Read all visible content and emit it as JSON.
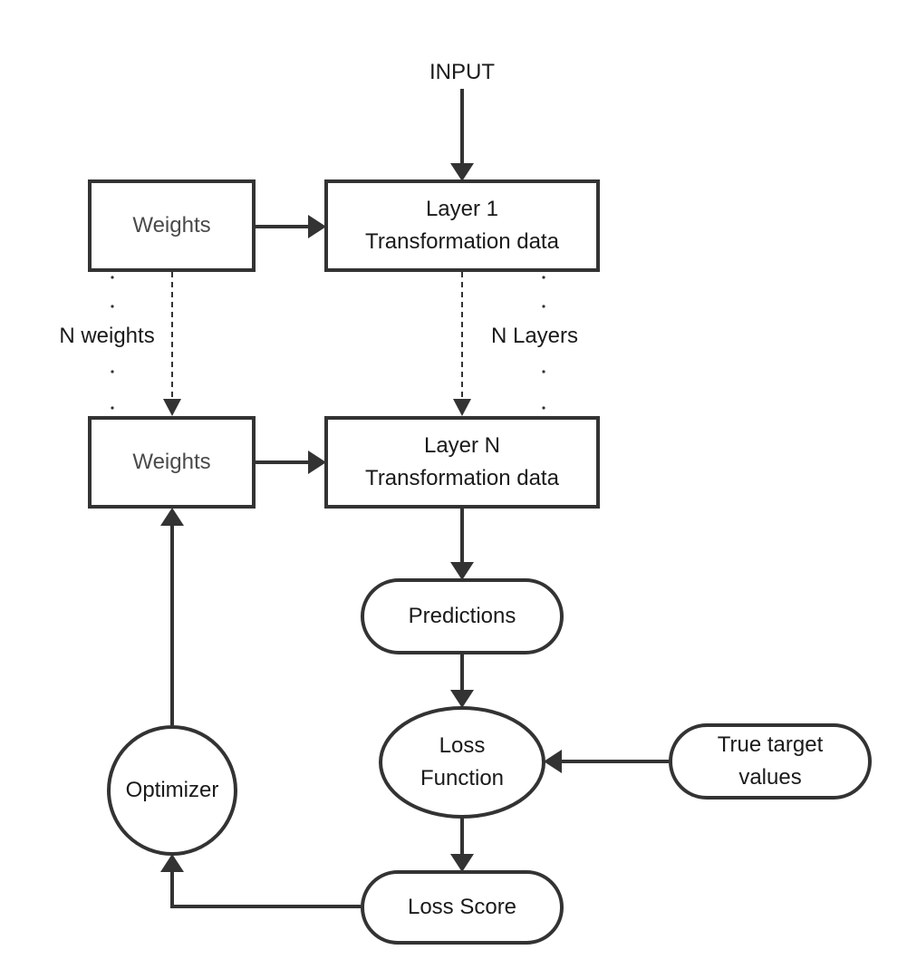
{
  "diagram": {
    "input_label": "INPUT",
    "weights_top": "Weights",
    "layer1": "Layer 1\nTransformation data",
    "n_weights": "N weights",
    "n_layers": "N Layers",
    "weights_bottom": "Weights",
    "layerN": "Layer N\nTransformation data",
    "predictions": "Predictions",
    "loss_function": "Loss\nFunction",
    "true_target": "True target\nvalues",
    "optimizer": "Optimizer",
    "loss_score": "Loss Score",
    "colors": {
      "stroke": "#333333",
      "text": "#1a1a1a",
      "box_text": "#4a4a4a"
    }
  }
}
